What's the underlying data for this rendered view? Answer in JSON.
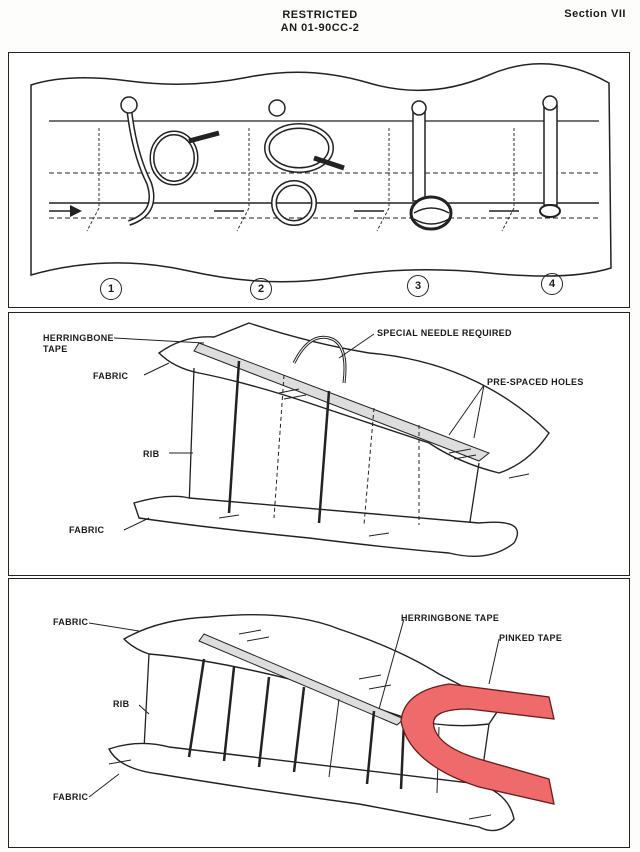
{
  "header": {
    "classification": "RESTRICTED",
    "document_number": "AN 01-90CC-2",
    "section": "Section VII"
  },
  "panel1": {
    "steps": [
      "1",
      "2",
      "3",
      "4"
    ]
  },
  "panel2": {
    "labels": {
      "herringbone_tape": "HERRINGBONE TAPE",
      "fabric_top": "FABRIC",
      "rib": "RIB",
      "fabric_bottom": "FABRIC",
      "special_needle": "SPECIAL NEEDLE REQUIRED",
      "pre_spaced_holes": "PRE-SPACED HOLES"
    }
  },
  "panel3": {
    "labels": {
      "fabric_top": "FABRIC",
      "rib": "RIB",
      "fabric_bottom": "FABRIC",
      "herringbone_tape": "HERRINGBONE TAPE",
      "pinked_tape": "PINKED TAPE"
    },
    "colors": {
      "pinked_tape_fill": "#ef6a6a"
    }
  }
}
